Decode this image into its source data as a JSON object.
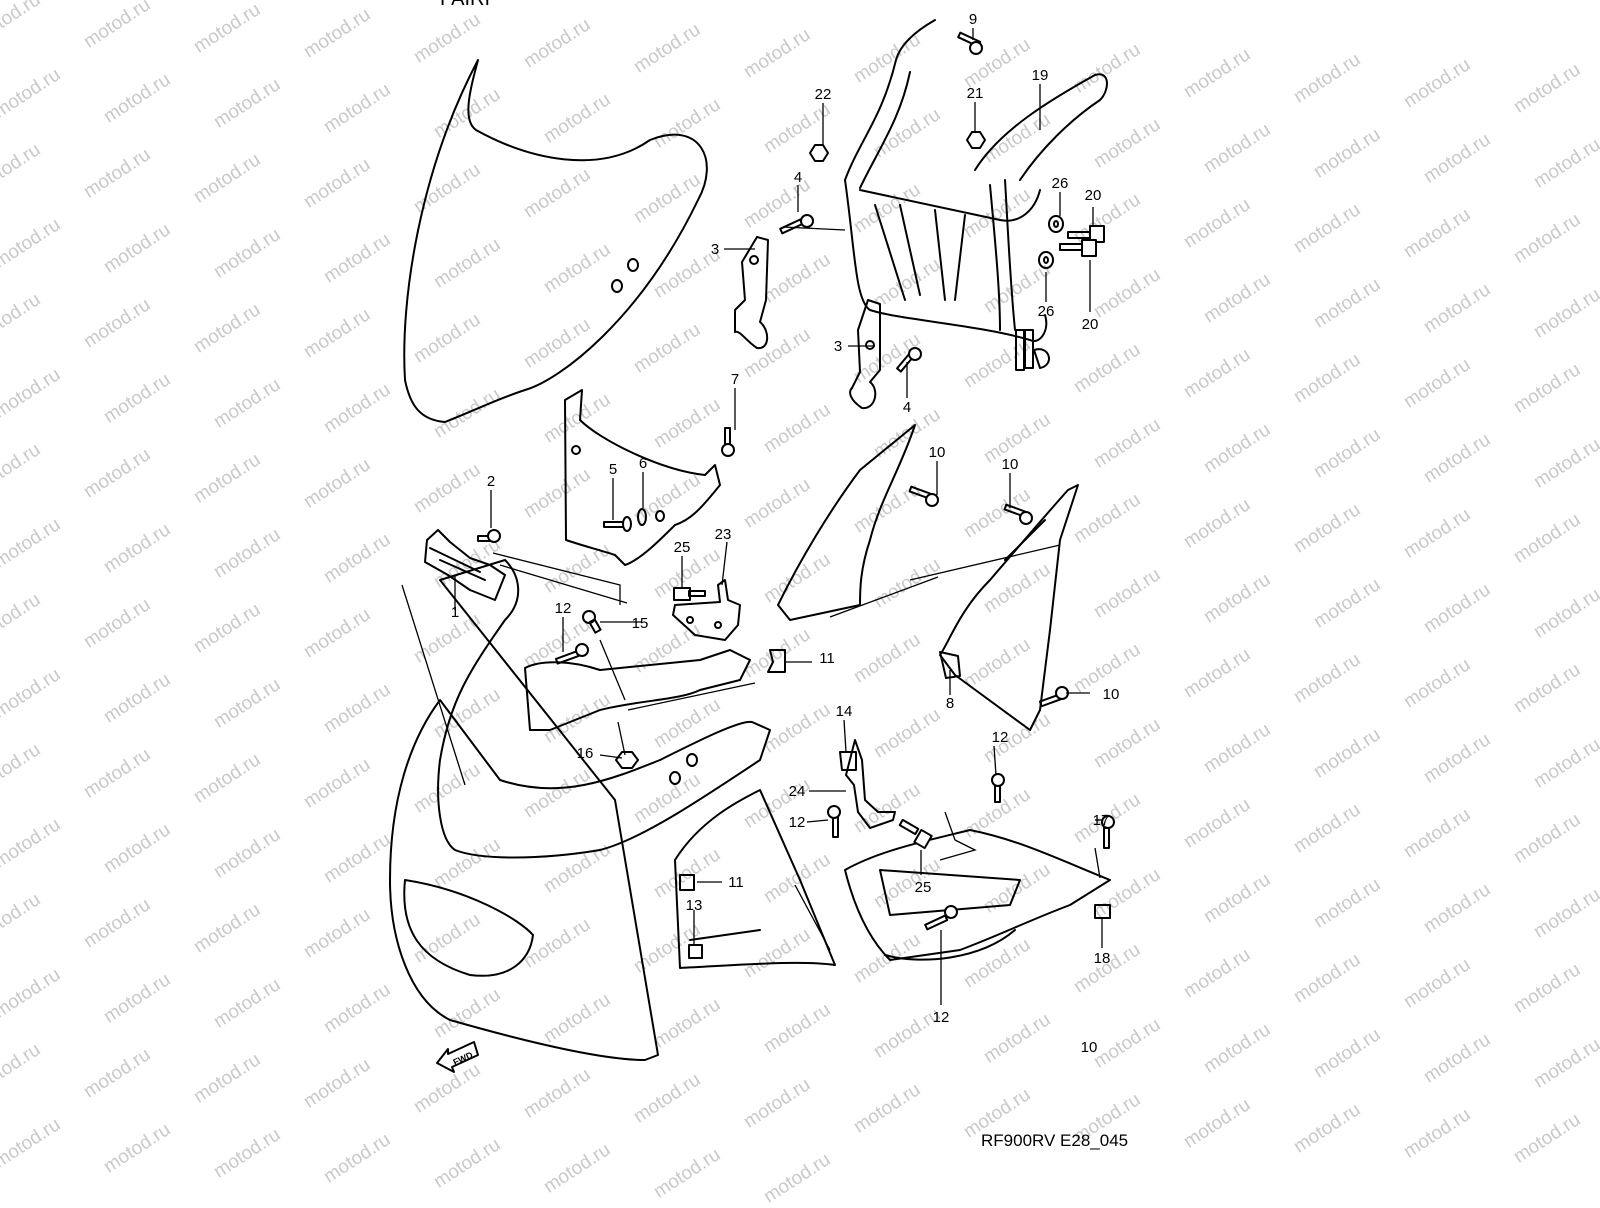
{
  "header_fragment": "FAIRI",
  "diagram_code": "RF900RV E28_045",
  "watermark_text": "motod.ru",
  "direction_badge": "FWD",
  "callouts": [
    "1",
    "2",
    "3",
    "3",
    "4",
    "4",
    "5",
    "6",
    "7",
    "8",
    "9",
    "10",
    "10",
    "10",
    "10",
    "11",
    "11",
    "12",
    "12",
    "12",
    "12",
    "13",
    "14",
    "15",
    "16",
    "17",
    "18",
    "19",
    "20",
    "20",
    "21",
    "22",
    "23",
    "24",
    "25",
    "25",
    "26",
    "26"
  ],
  "icons": [
    "fwd-arrow-icon"
  ],
  "colors": {
    "line": "#000000",
    "watermark": "#c9c9c9",
    "background": "#ffffff"
  }
}
